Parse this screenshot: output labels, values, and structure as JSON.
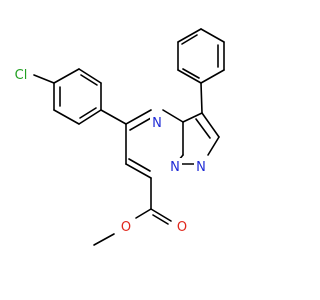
{
  "molecule": {
    "atoms": [
      {
        "id": "Cl",
        "text": "Cl",
        "color": "#22a022"
      },
      {
        "id": "N4",
        "text": "N",
        "color": "#1f2bd6"
      },
      {
        "id": "N8",
        "text": "N",
        "color": "#1f2bd6"
      },
      {
        "id": "N1",
        "text": "N",
        "color": "#1f2bd6"
      },
      {
        "id": "O1",
        "text": "O",
        "color": "#e0271c"
      },
      {
        "id": "O2",
        "text": "O",
        "color": "#e0271c"
      }
    ],
    "bond_color": "#000000"
  }
}
